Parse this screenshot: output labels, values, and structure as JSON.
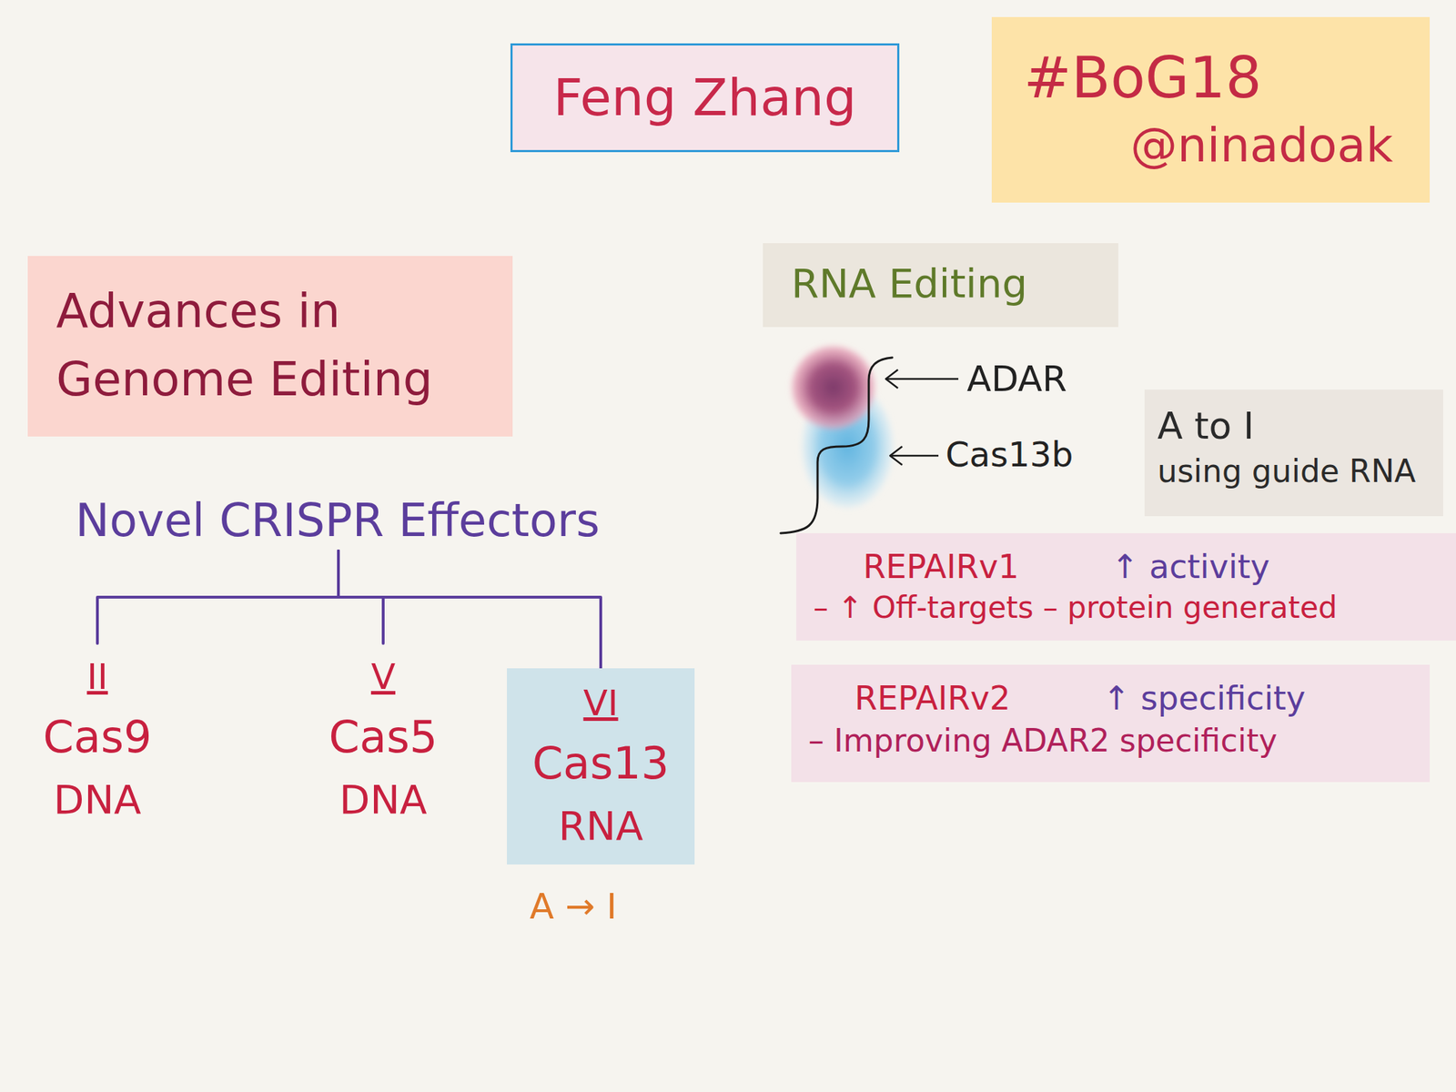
{
  "diagram": {
    "nodes": [
      {
        "text": [
          "Feng Zhang"
        ]
      },
      {
        "text": [
          "#BoG18",
          "@ninadoak"
        ]
      },
      {
        "text": [
          "Advances in Genome Editing"
        ]
      },
      {
        "text": [
          "RNA Editing"
        ]
      },
      {
        "text": [
          "A to I",
          "using guide RNA"
        ]
      },
      {
        "text": [
          "Novel CRISPR Effectors"
        ]
      },
      {
        "text": [
          "II",
          "Cas9",
          "DNA"
        ]
      },
      {
        "text": [
          "V",
          "Cas5",
          "DNA"
        ]
      },
      {
        "text": [
          "VI",
          "Cas13",
          "RNA"
        ]
      },
      {
        "text": [
          "REPAIRv1",
          "↑ activity",
          "– ↑ Off-targets – protein generated"
        ]
      },
      {
        "text": [
          "REPAIRv2",
          "↑ specificity",
          "– Improving ADAR2 specificity"
        ]
      }
    ],
    "edges": [
      {
        "from": 5,
        "to": 6,
        "arrow": "none"
      },
      {
        "from": 5,
        "to": 7,
        "arrow": "none"
      },
      {
        "from": 5,
        "to": 8,
        "arrow": "none"
      }
    ],
    "labels": [
      "ADAR",
      "Cas13b",
      "A → I"
    ]
  }
}
